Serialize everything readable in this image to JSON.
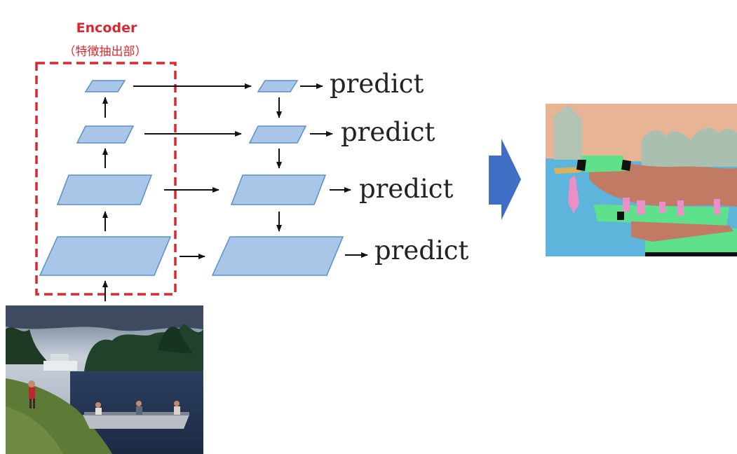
{
  "encoder": {
    "title": "Encoder",
    "subtitle": "（特徴抽出部）"
  },
  "predict_labels": [
    "predict",
    "predict",
    "predict",
    "predict"
  ],
  "colors": {
    "encoder_box": "#d9282f",
    "feature_map_fill": "#a9c6e8",
    "feature_map_stroke": "#5b8fc9",
    "big_arrow": "#3e6fc4",
    "arrow": "#111111",
    "text": "#222222"
  },
  "input_image": {
    "depicts": "photo-lake-boats"
  },
  "output_image": {
    "depicts": "segmentation-map"
  }
}
